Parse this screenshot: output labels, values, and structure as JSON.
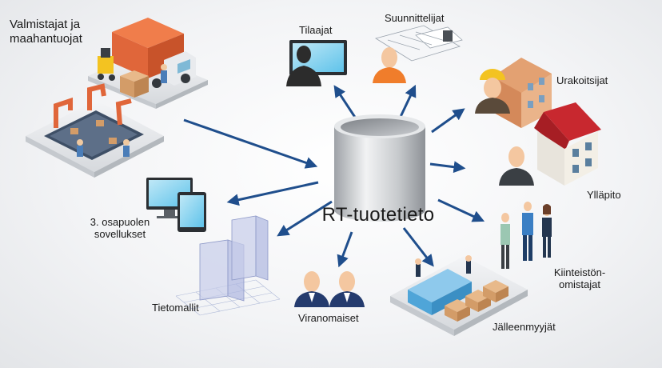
{
  "center": {
    "label": "RT-tuotetieto"
  },
  "stakeholders": [
    {
      "id": "manufacturers",
      "line1": "Valmistajat ja",
      "line2": "maahantuojat"
    },
    {
      "id": "clients",
      "line1": "Tilaajat"
    },
    {
      "id": "designers",
      "line1": "Suunnittelijat"
    },
    {
      "id": "contractors",
      "line1": "Urakoitsijat"
    },
    {
      "id": "maintenance",
      "line1": "Ylläpito"
    },
    {
      "id": "owners",
      "line1": "Kiinteistön-",
      "line2": "omistajat"
    },
    {
      "id": "retailers",
      "line1": "Jälleenmyyjät"
    },
    {
      "id": "authorities",
      "line1": "Viranomaiset"
    },
    {
      "id": "data-models",
      "line1": "Tietomallit"
    },
    {
      "id": "third-party-apps",
      "line1": "3. osapuolen",
      "line2": "sovellukset"
    }
  ],
  "colors": {
    "arrow": "#1f4e8c",
    "cylinder": "#b9bcc0",
    "background": "#f3f4f6"
  }
}
